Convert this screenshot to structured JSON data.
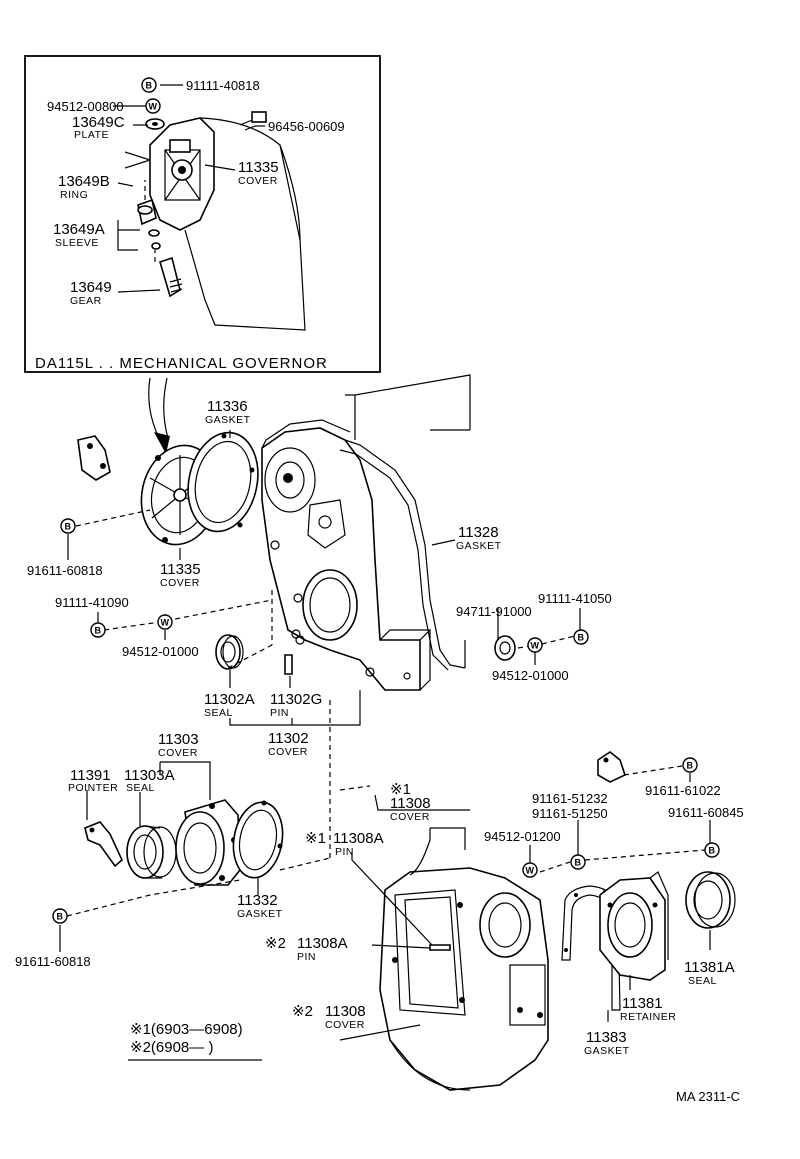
{
  "inset": {
    "title": "DA115L . . MECHANICAL GOVERNOR"
  },
  "callouts": {
    "bolt": "B",
    "washer": "W"
  },
  "parts": {
    "p91111_40818": {
      "number": "91111-40818"
    },
    "p94512_00800": {
      "number": "94512-00800"
    },
    "p13649C": {
      "number": "13649C",
      "name": "PLATE"
    },
    "p96456_00609": {
      "number": "96456-00609"
    },
    "p11335_inset": {
      "number": "11335",
      "name": "COVER"
    },
    "p13649B": {
      "number": "13649B",
      "name": "RING"
    },
    "p13649A": {
      "number": "13649A",
      "name": "SLEEVE"
    },
    "p13649": {
      "number": "13649",
      "name": "GEAR"
    },
    "p11336": {
      "number": "11336",
      "name": "GASKET"
    },
    "p11328": {
      "number": "11328",
      "name": "GASKET"
    },
    "p91611_60818_a": {
      "number": "91611-60818"
    },
    "p11335": {
      "number": "11335",
      "name": "COVER"
    },
    "p91111_41090": {
      "number": "91111-41090"
    },
    "p94512_01000_a": {
      "number": "94512-01000"
    },
    "p91111_41050": {
      "number": "91111-41050"
    },
    "p94711_91000": {
      "number": "94711-91000"
    },
    "p94512_01000_b": {
      "number": "94512-01000"
    },
    "p11302A": {
      "number": "11302A",
      "name": "SEAL"
    },
    "p11302G": {
      "number": "11302G",
      "name": "PIN"
    },
    "p11302": {
      "number": "11302",
      "name": "COVER"
    },
    "p11303": {
      "number": "11303",
      "name": "COVER"
    },
    "p11391": {
      "number": "11391",
      "name": "POINTER"
    },
    "p11303A": {
      "number": "11303A",
      "name": "SEAL"
    },
    "p11332": {
      "number": "11332",
      "name": "GASKET"
    },
    "p91611_60818_b": {
      "number": "91611-60818"
    },
    "p11308_1": {
      "mark": "※1",
      "number": "11308",
      "name": "COVER"
    },
    "p11308A_1": {
      "mark": "※1",
      "number": "11308A",
      "name": "PIN"
    },
    "p11308A_2": {
      "mark": "※2",
      "number": "11308A",
      "name": "PIN"
    },
    "p11308_2": {
      "mark": "※2",
      "number": "11308",
      "name": "COVER"
    },
    "p91611_61022": {
      "number": "91611-61022"
    },
    "p91161_51232": {
      "number": "91161-51232"
    },
    "p91161_51250": {
      "number": "91161-51250"
    },
    "p91611_60845": {
      "number": "91611-60845"
    },
    "p94512_01200": {
      "number": "94512-01200"
    },
    "p11381A": {
      "number": "11381A",
      "name": "SEAL"
    },
    "p11381": {
      "number": "11381",
      "name": "RETAINER"
    },
    "p11383": {
      "number": "11383",
      "name": "GASKET"
    }
  },
  "legend": {
    "row1": "※1(6903—6908)",
    "row2": "※2(6908—        )"
  },
  "drawing_id": "MA  2311-C"
}
